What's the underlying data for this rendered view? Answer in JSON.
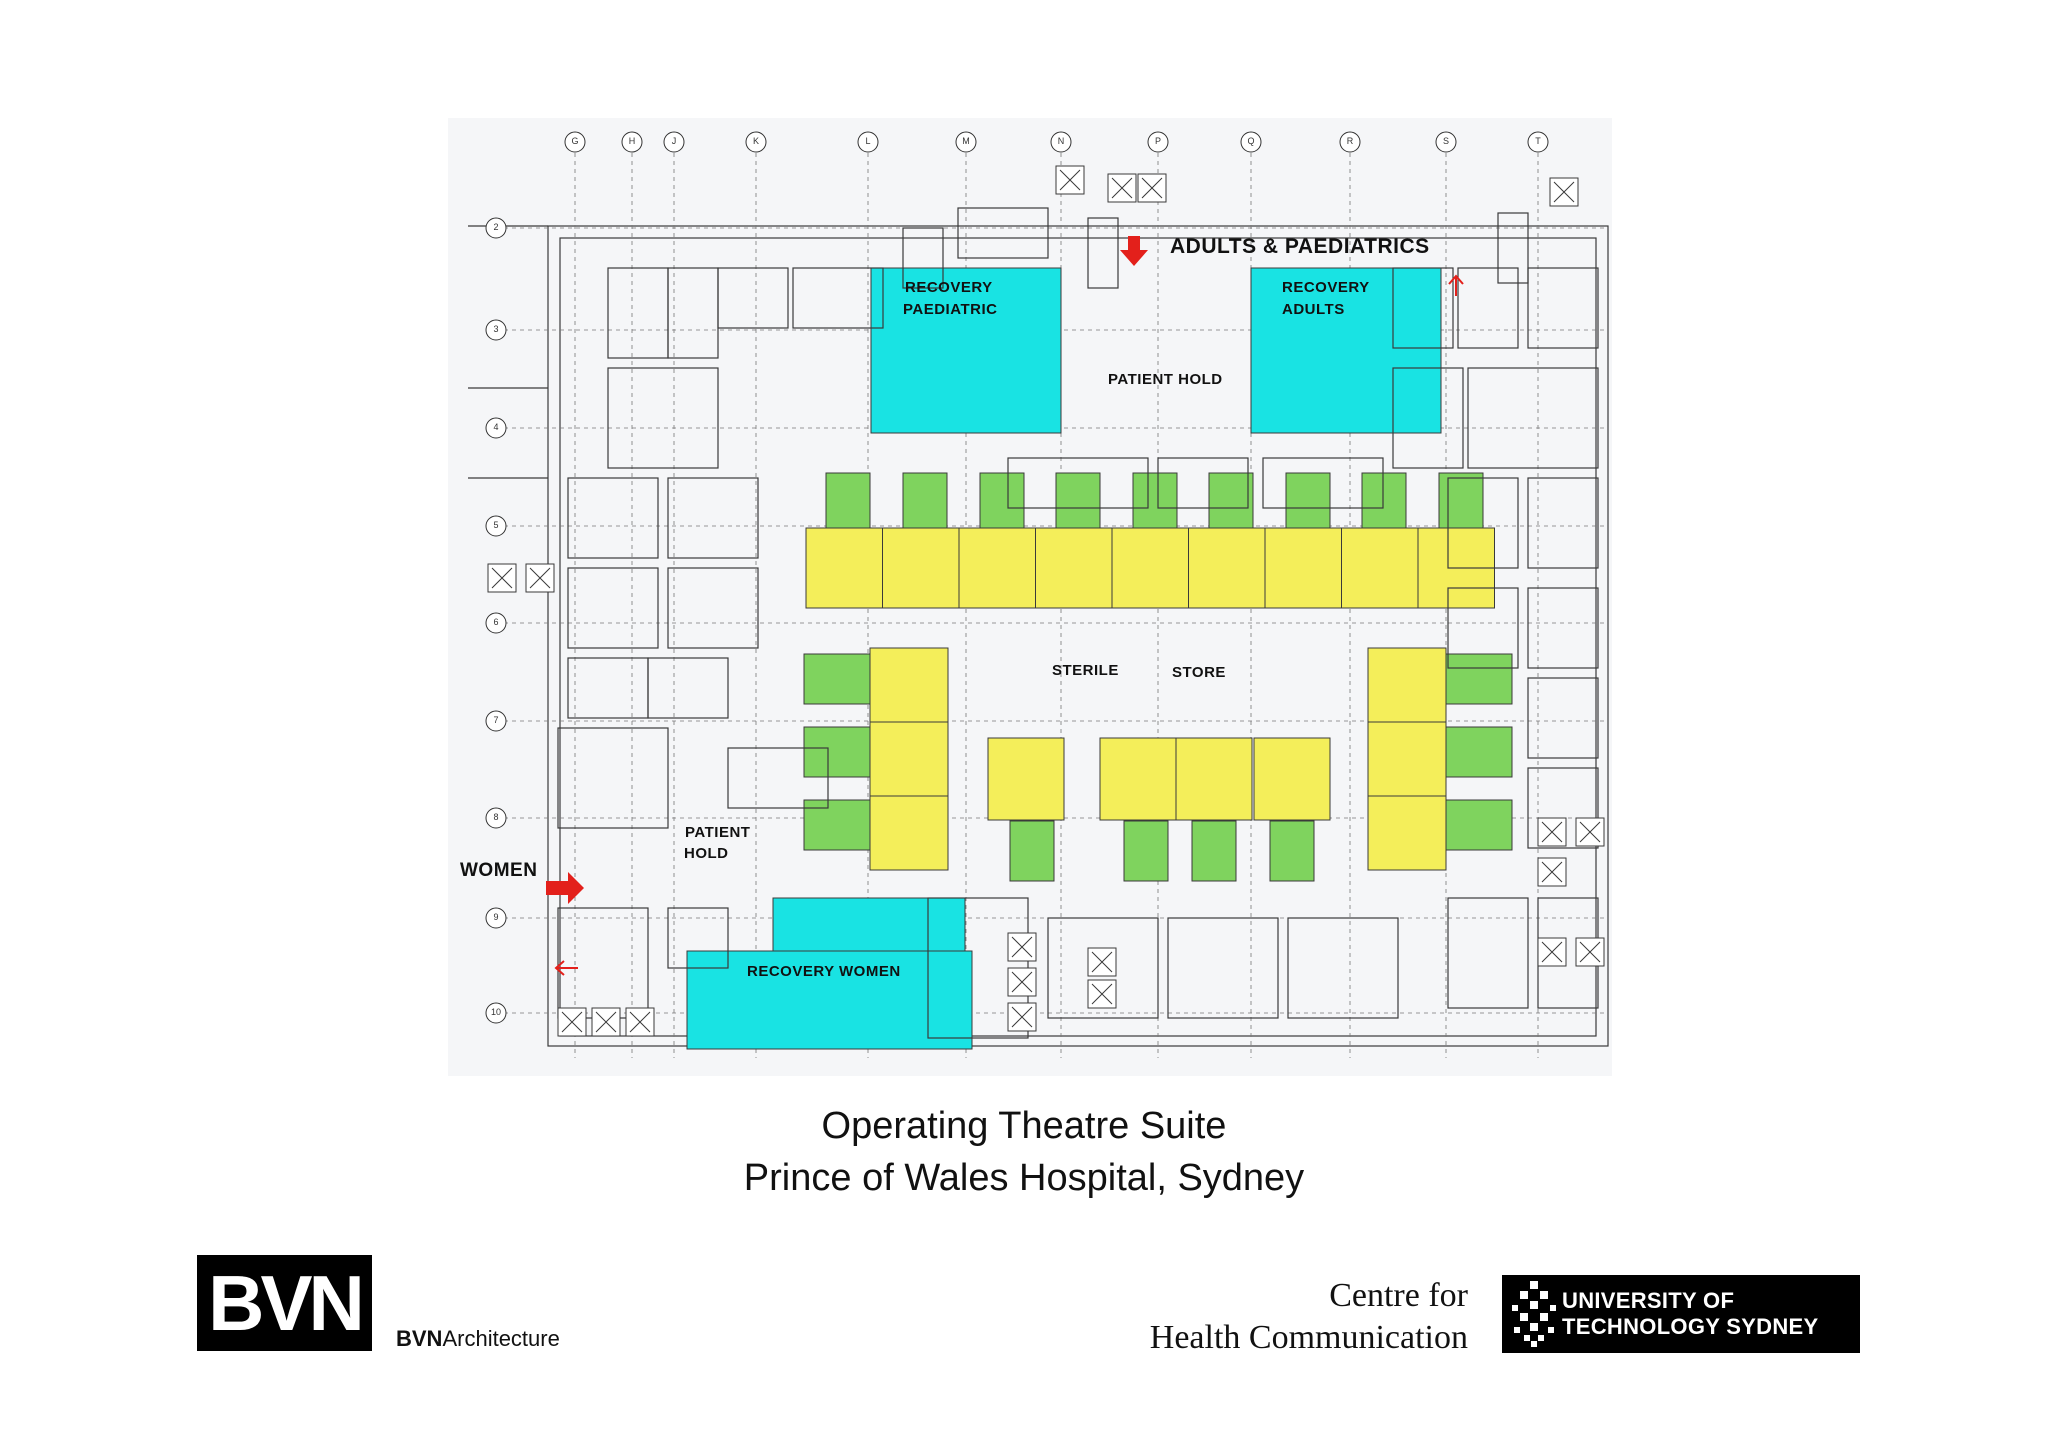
{
  "plan": {
    "grid_columns": [
      "G",
      "H",
      "J",
      "K",
      "L",
      "M",
      "N",
      "P",
      "Q",
      "R",
      "S",
      "T"
    ],
    "grid_rows": [
      "2",
      "3",
      "4",
      "5",
      "6",
      "7",
      "8",
      "9",
      "10"
    ],
    "labels": {
      "adults_paediatrics": "ADULTS & PAEDIATRICS",
      "recovery_paediatric_1": "RECOVERY",
      "recovery_paediatric_2": "PAEDIATRIC",
      "recovery_adults_1": "RECOVERY",
      "recovery_adults_2": "ADULTS",
      "patient_hold_top": "PATIENT HOLD",
      "sterile": "STERILE",
      "store": "STORE",
      "patient_hold_left_1": "PATIENT",
      "patient_hold_left_2": "HOLD",
      "women": "WOMEN",
      "recovery_women": "RECOVERY WOMEN"
    },
    "colors": {
      "recovery": "#19e3e3",
      "theatre": "#f4ee5a",
      "anaesthetic": "#7fd35e",
      "arrow": "#e3201b",
      "linework": "#3a3a3a"
    }
  },
  "caption": {
    "line1": "Operating Theatre Suite",
    "line2": "Prince of Wales Hospital, Sydney"
  },
  "footer": {
    "bvn_logo": "BVN",
    "bvn_architecture_bold": "BVN",
    "bvn_architecture_rest": "Architecture",
    "chc_line1": "Centre for",
    "chc_line2": "Health Communication",
    "uts_line1": "UNIVERSITY OF",
    "uts_line2": "TECHNOLOGY SYDNEY"
  }
}
